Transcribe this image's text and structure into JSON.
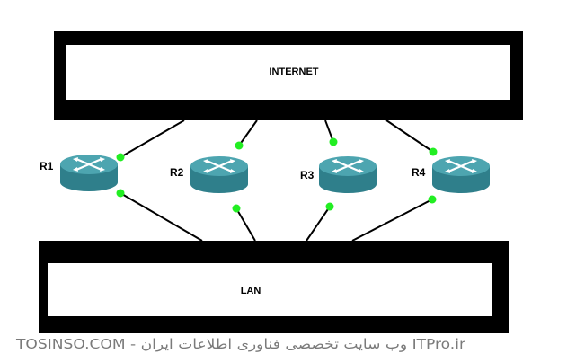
{
  "internet": {
    "label": "INTERNET"
  },
  "lan": {
    "label": "LAN"
  },
  "routers": [
    {
      "label": "R1"
    },
    {
      "label": "R2"
    },
    {
      "label": "R3"
    },
    {
      "label": "R4"
    }
  ],
  "watermark": {
    "text": "TOSINSO.COM - وب سایت تخصصی فناوری اطلاعات ایران ITPro.ir"
  },
  "colors": {
    "box_border": "#000000",
    "router_body": "#3a8a96",
    "router_top": "#4aa0ab",
    "link_line": "#000000",
    "port_dot": "#22ee22",
    "watermark": "#7a7a7a"
  },
  "icons": {
    "router": "router-icon",
    "port": "port-indicator"
  }
}
